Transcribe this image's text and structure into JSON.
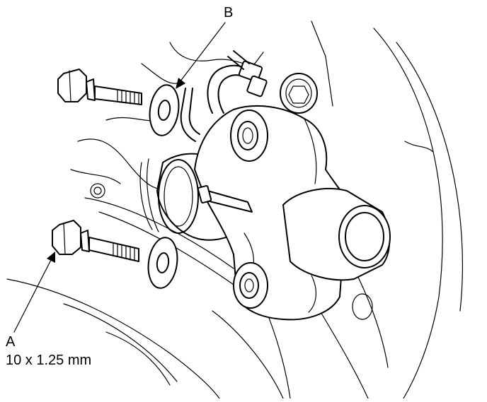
{
  "callouts": {
    "a": {
      "letter": "A",
      "spec": "10 x 1.25 mm"
    },
    "b": {
      "letter": "B"
    }
  },
  "colors": {
    "ink": "#000000",
    "paper": "#ffffff"
  }
}
